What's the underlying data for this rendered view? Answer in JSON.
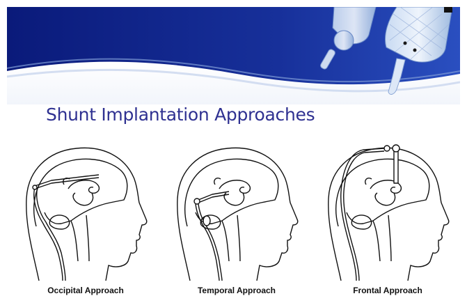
{
  "slide": {
    "title": "Shunt Implantation Approaches"
  },
  "colors": {
    "banner_dark": "#0b1a78",
    "banner_mid": "#1e3aa8",
    "banner_wave_light": "#e8eef8",
    "title": "#2f3191"
  },
  "illustrations": [
    {
      "caption": "Occipital Approach"
    },
    {
      "caption": "Temporal Approach"
    },
    {
      "caption": "Frontal Approach"
    }
  ]
}
